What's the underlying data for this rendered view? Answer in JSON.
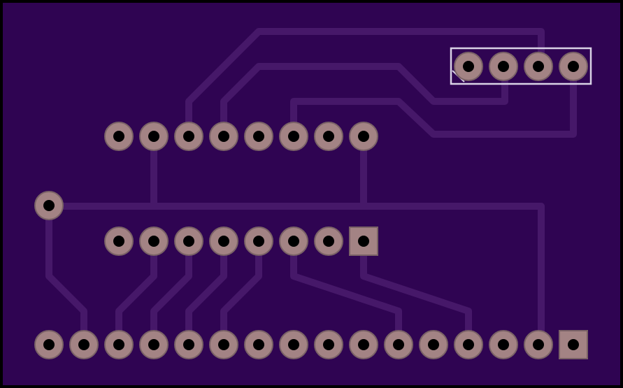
{
  "colors": {
    "outline": "#000000",
    "substrate": "#2f0452",
    "trace": "#461869",
    "pad": "#a38384",
    "pad_edge": "#7a6266",
    "drill": "#000000",
    "silkscreen": "#d9d2e6"
  },
  "components": {
    "connector_4pin": {
      "pins": 4,
      "silkscreen_outline": true
    },
    "dip16_top_row": {
      "pins": 8
    },
    "dip16_bottom_row": {
      "pins": 8,
      "square_pin_index": 7
    },
    "header_16pin": {
      "pins": 16,
      "square_pin_index": 15
    },
    "single_pad": {
      "pins": 1
    }
  }
}
